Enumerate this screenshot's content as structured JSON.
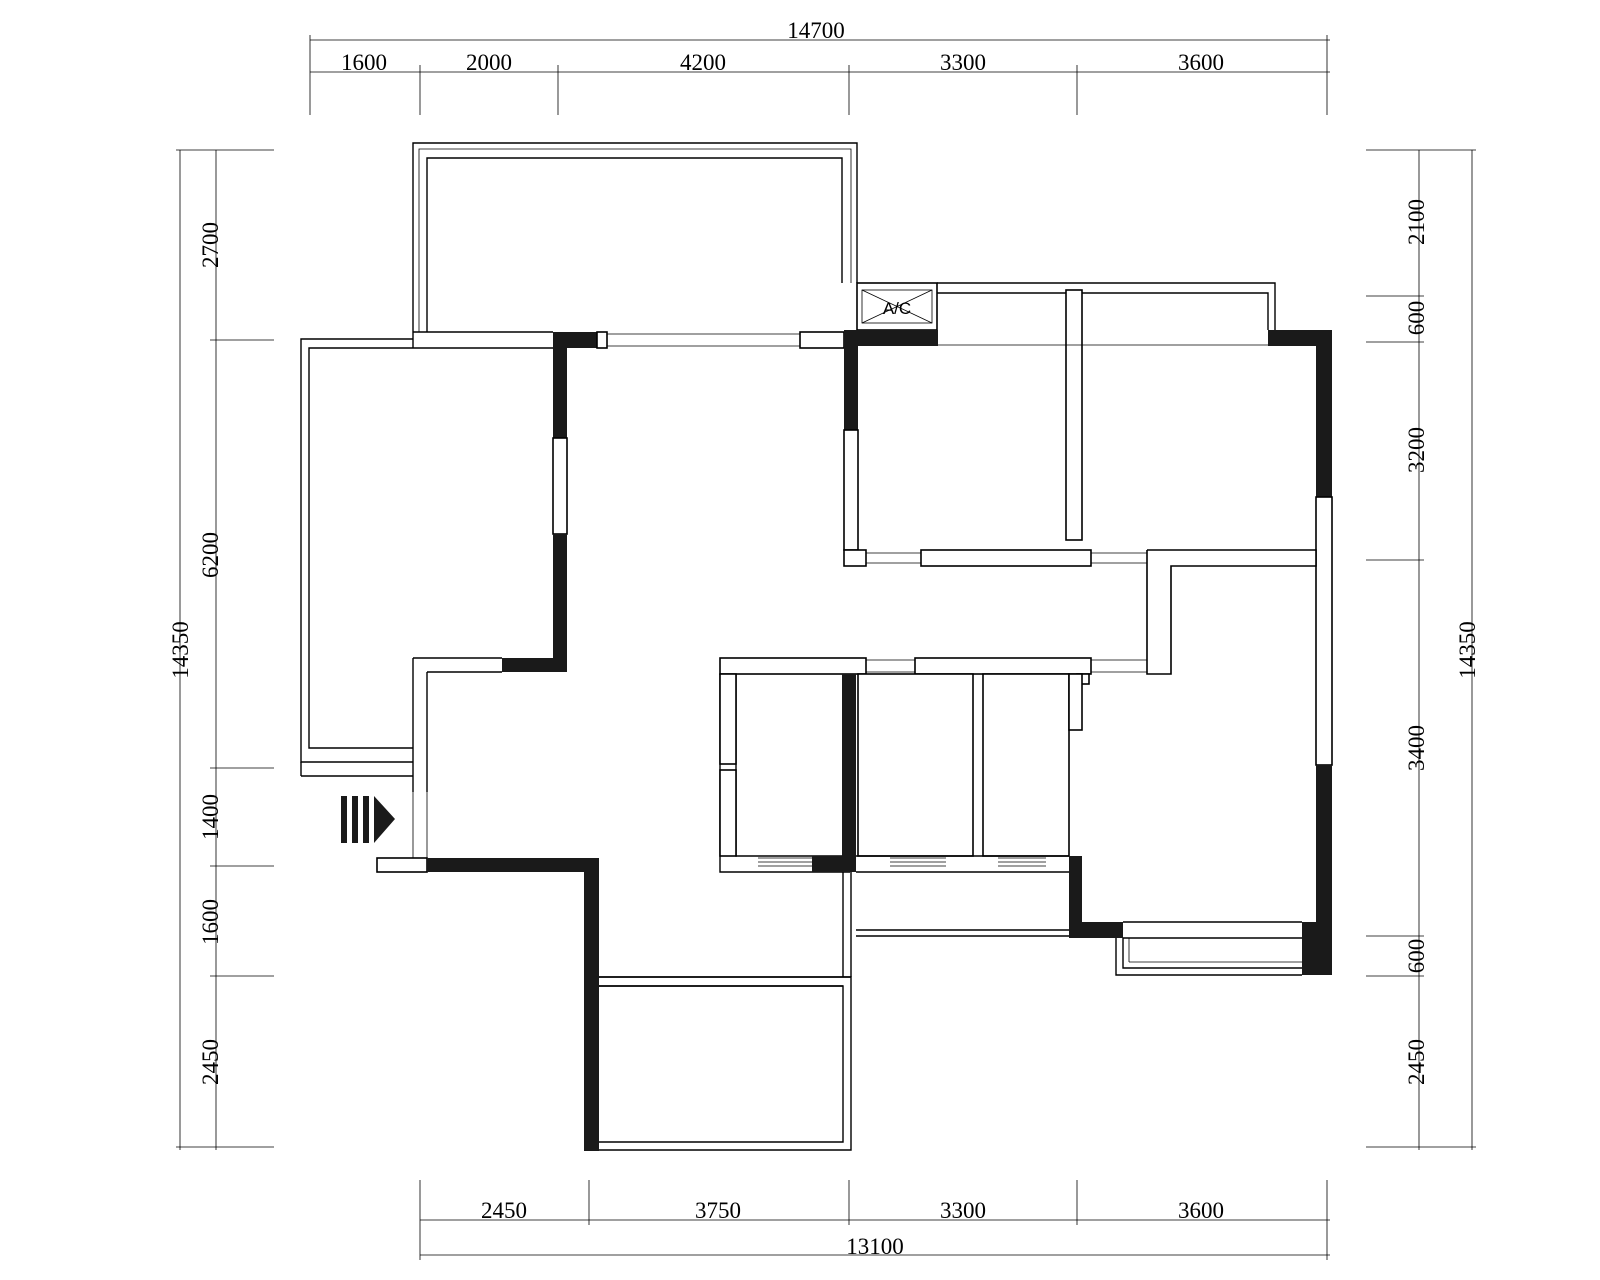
{
  "plan": {
    "top_total": "14700",
    "top_segments": [
      "1600",
      "2000",
      "4200",
      "3300",
      "3600"
    ],
    "bottom_total": "13100",
    "bottom_segments": [
      "2450",
      "3750",
      "3300",
      "3600"
    ],
    "left_total": "14350",
    "left_segments": [
      "2700",
      "6200",
      "1400",
      "1600",
      "2450"
    ],
    "right_total": "14350",
    "right_segments": [
      "2100",
      "600",
      "3200",
      "3400",
      "600",
      "2450"
    ],
    "ac_label": "A/C",
    "entrance_icon": "entrance-arrow-icon"
  }
}
